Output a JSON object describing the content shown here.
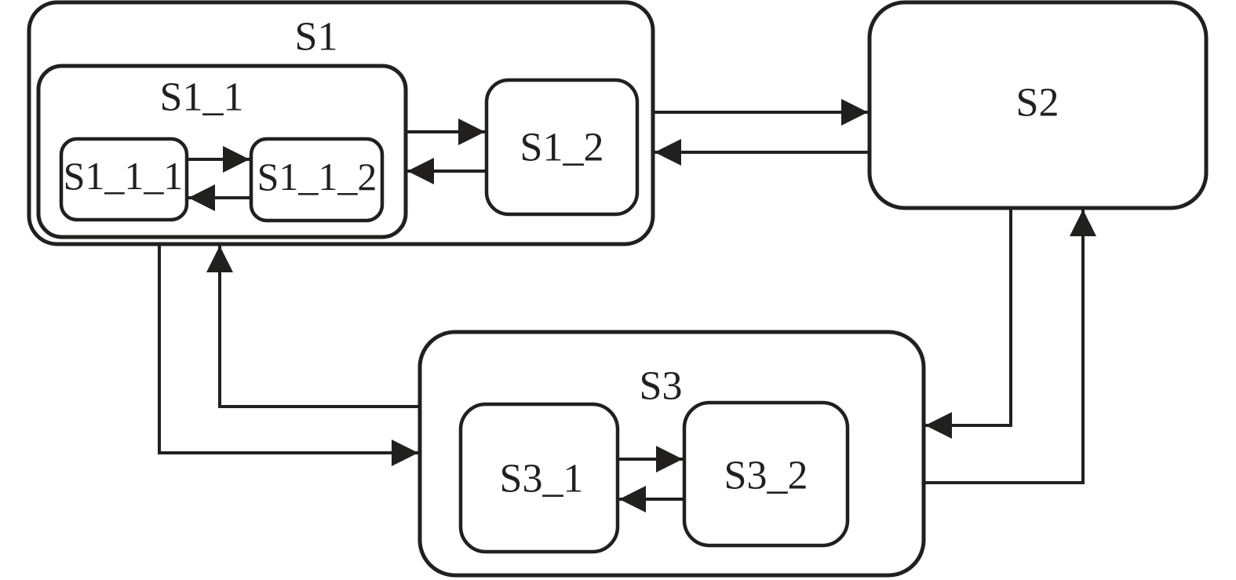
{
  "diagram": {
    "kind": "hierarchical-state-machine",
    "states": {
      "S1": {
        "label": "S1",
        "parent": null
      },
      "S1_1": {
        "label": "S1_1",
        "parent": "S1"
      },
      "S1_1_1": {
        "label": "S1_1_1",
        "parent": "S1_1"
      },
      "S1_1_2": {
        "label": "S1_1_2",
        "parent": "S1_1"
      },
      "S1_2": {
        "label": "S1_2",
        "parent": "S1"
      },
      "S2": {
        "label": "S2",
        "parent": null
      },
      "S3": {
        "label": "S3",
        "parent": null
      },
      "S3_1": {
        "label": "S3_1",
        "parent": "S3"
      },
      "S3_2": {
        "label": "S3_2",
        "parent": "S3"
      }
    },
    "transitions": [
      {
        "from": "S1_1_1",
        "to": "S1_1_2"
      },
      {
        "from": "S1_1_2",
        "to": "S1_1_1"
      },
      {
        "from": "S1_1",
        "to": "S1_2"
      },
      {
        "from": "S1_2",
        "to": "S1_1"
      },
      {
        "from": "S1",
        "to": "S2"
      },
      {
        "from": "S2",
        "to": "S1"
      },
      {
        "from": "S1",
        "to": "S3"
      },
      {
        "from": "S3",
        "to": "S1"
      },
      {
        "from": "S2",
        "to": "S3"
      },
      {
        "from": "S3",
        "to": "S2"
      },
      {
        "from": "S3_1",
        "to": "S3_2"
      },
      {
        "from": "S3_2",
        "to": "S3_1"
      }
    ]
  },
  "colors": {
    "stroke": "#221f1f",
    "background": "#ffffff"
  }
}
